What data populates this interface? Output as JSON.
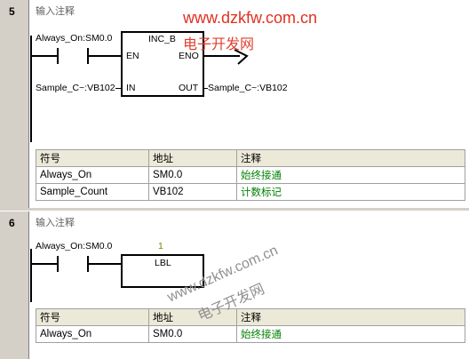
{
  "networks": [
    {
      "number": "5",
      "comment": "输入注释",
      "contact_label": "Always_On:SM0.0",
      "box_title": "INC_B",
      "en": "EN",
      "eno": "ENO",
      "in_label": "IN",
      "out_label": "OUT",
      "in_operand": "Sample_C~:VB102",
      "out_operand": "Sample_C~:VB102",
      "table": {
        "headers": [
          "符号",
          "地址",
          "注释"
        ],
        "rows": [
          {
            "symbol": "Always_On",
            "address": "SM0.0",
            "comment": "始终接通"
          },
          {
            "symbol": "Sample_Count",
            "address": "VB102",
            "comment": "计数标记"
          }
        ]
      }
    },
    {
      "number": "6",
      "comment": "输入注释",
      "contact_label": "Always_On:SM0.0",
      "label_number": "1",
      "box_title": "LBL",
      "table": {
        "headers": [
          "符号",
          "地址",
          "注释"
        ],
        "rows": [
          {
            "symbol": "Always_On",
            "address": "SM0.0",
            "comment": "始终接通"
          }
        ]
      }
    }
  ],
  "watermarks": {
    "top_url": "www.dzkfw.com.cn",
    "top_cn": "电子开发网",
    "mid_url": "www.dzkfw.com.cn",
    "mid_cn": "电子开发网"
  },
  "colors": {
    "gutter": "#d4d0c8",
    "comment_green": "#008000",
    "watermark_red": "#e03020",
    "watermark_grey": "#909090"
  }
}
